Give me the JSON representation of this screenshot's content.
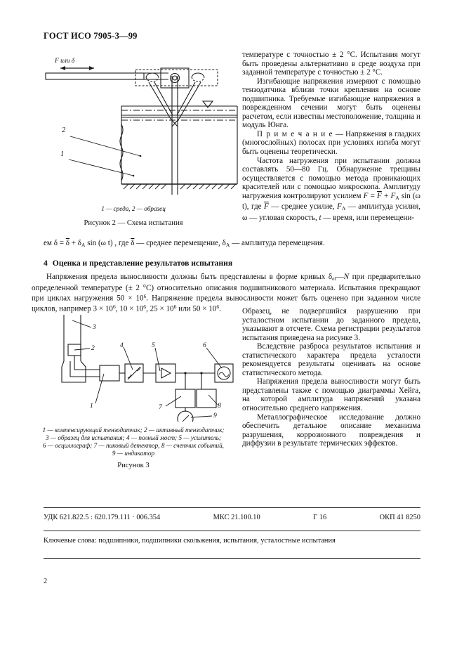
{
  "header": {
    "standard_id": "ГОСТ ИСО 7905-3—99"
  },
  "figure2": {
    "load_label": "F или δ",
    "callout_1": "1",
    "callout_2": "2",
    "legend": "1 — среда, 2 — образец",
    "title": "Рисунок 2 — Схема испытания"
  },
  "figure3": {
    "callouts": [
      "1",
      "2",
      "3",
      "4",
      "5",
      "6",
      "7",
      "8",
      "9"
    ],
    "legend_line1": "1 — компенсирующий тензодатчик; 2 — активный тензодатчик;",
    "legend_line2": "3 — образец для испытания; 4 — полный мост; 5 — усилитель;",
    "legend_line3": "6 — осциллограф; 7 — пиковый детектор, 8 — счетчик событий,",
    "legend_line4": "9 — индикатор",
    "title": "Рисунок 3"
  },
  "right_column_top": {
    "para1": "температуре с точностью ± 2 °C. Испытания могут быть проведены альтернативно в среде воздуха при заданной температуре с точностью ± 2 °C.",
    "para2": "Изгибающие напряжения измеряют с помощью тензодатчика вблизи точки крепления на основе подшипника. Требуемые изгибающие напряжения в поврежденном сечении могут быть оценены расчетом, если известны местоположение, толщина и модуль Юнга.",
    "note_label": "П р и м е ч а н и е",
    "note_dash": " — ",
    "note_text": "Напряжения в гладких (многослойных) полосах при условиях изгиба могут быть оценены теоретически.",
    "para3_a": "Частота нагружения при испытании должна составлять 50—80 Гц. Обнаружение трещины осуществляется с помощью метода проникающих красителей или с помощью микроскопа. Амплитуду нагружения контролируют усилием ",
    "para3_formula_F": "F",
    "para3_formula_eq": " = ",
    "para3_formula_Fbar": "F",
    "para3_formula_plus": " + ",
    "para3_formula_FA": "F",
    "para3_formula_FA_sub": "A",
    "para3_formula_sin": " sin (ω t), где ",
    "para3_formula_Fbar2": "F",
    "para3_b": " — среднее усилие, ",
    "para3_FA2": "F",
    "para3_FA2_sub": "A",
    "para3_c": " — амплитуда усилия, ω — угловая скорость, ",
    "para3_t": "t",
    "para3_d": " — время, или перемещени-"
  },
  "full_width_line": {
    "prefix": "ем δ = ",
    "delta_bar": "δ",
    "plus": " + ",
    "delta_a": "δ",
    "delta_a_sub": "A",
    "mid": " sin (ω t) , где ",
    "delta_bar2": "δ",
    "suffix_a": " — среднее перемещение, ",
    "delta_a2": "δ",
    "delta_a2_sub": "A",
    "suffix_b": " — амплитуда перемещения."
  },
  "section4": {
    "number": "4",
    "title": "Оценка и представление результатов испытания",
    "para_a": "Напряжения предела выносливости должны быть представлены в форме кривых ",
    "para_delta": "δ",
    "para_delta_sub": "el",
    "para_dash": "—",
    "para_N": "N",
    "para_b": " при предварительно определенной температуре (± 2 °C) относительно описания подшипникового материала. Испытания прекращают при циклах нагружения 50 × 10",
    "para_sup1": "6",
    "para_c": ". Напряжение предела выносливости может быть оценено при заданном числе циклов, например 3 × 10",
    "para_sup2": "6",
    "para_d": ", 10 × 10",
    "para_sup3": "6",
    "para_e": ", 25 × 10",
    "para_sup4": "6",
    "para_f": " или 50 × 10",
    "para_sup5": "6",
    "para_g": "."
  },
  "right_column_bottom": {
    "para4": "Образец, не подвергшийся разрушению при усталостном испытании до заданного предела, указывают в отсчете. Схема регистрации результатов испытания приведена на рисунке 3.",
    "para5": "Вследствие разброса результатов испытания и статистического характера предела усталости рекомендуется результаты оценивать на основе статистического метода.",
    "para6": "Напряжения предела выносливости могут быть представлены также с помощью диаграммы Хейга, на которой амплитуда напряжений указана относительно среднего напряжения.",
    "para7": "Металлографическое исследование должно обеспечить детальное описание механизма разрушения, коррозионного повреждения и диффузии в результате термических эффектов."
  },
  "footer": {
    "udk": "УДК 621.822.5 : 620.179.111 · 006.354",
    "mks": "МКС 21.100.10",
    "g_code": "Г 16",
    "okp": "ОКП 41 8250",
    "keywords": "Ключевые слова: подшипники, подшипники скольжения, испытания, усталостные испытания",
    "page_number": "2"
  }
}
